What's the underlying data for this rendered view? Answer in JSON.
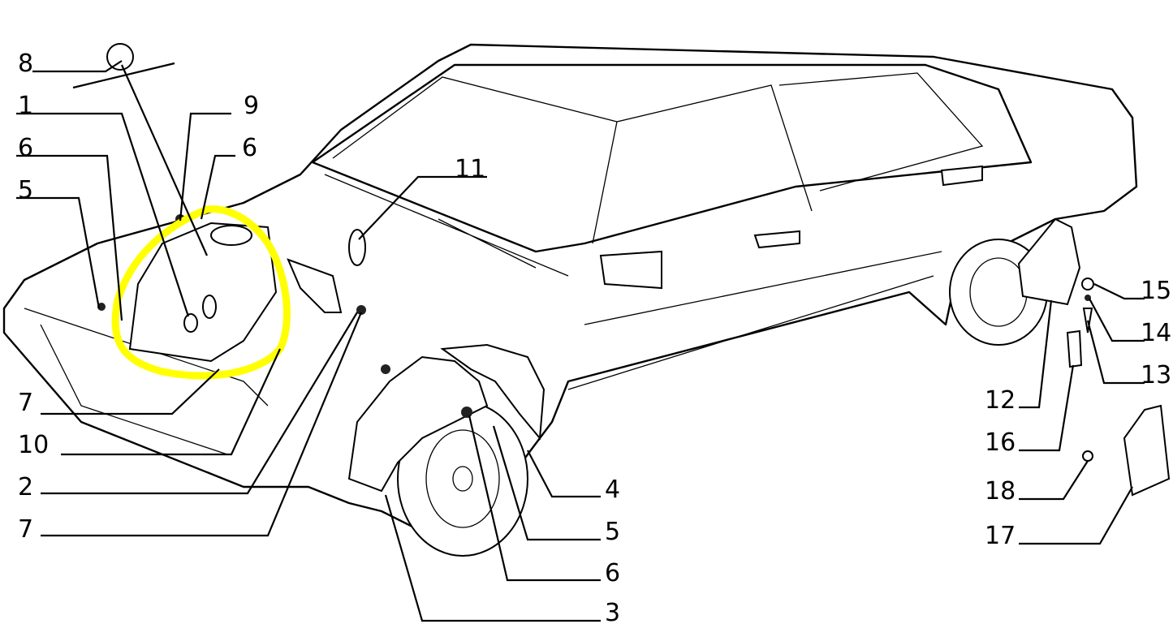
{
  "diagram": {
    "title": "Wheel arch liners and mud flaps exploded view",
    "highlight_color": "#ffff00",
    "labels": {
      "l8": "8",
      "l1": "1",
      "l6a": "6",
      "l5a": "5",
      "l7a": "7",
      "l10": "10",
      "l2": "2",
      "l7b": "7",
      "l9": "9",
      "l6b": "6",
      "l11": "11",
      "l4": "4",
      "l5b": "5",
      "l6c": "6",
      "l3": "3",
      "l15": "15",
      "l14": "14",
      "l13": "13",
      "l12": "12",
      "l16": "16",
      "l18": "18",
      "l17": "17"
    }
  }
}
